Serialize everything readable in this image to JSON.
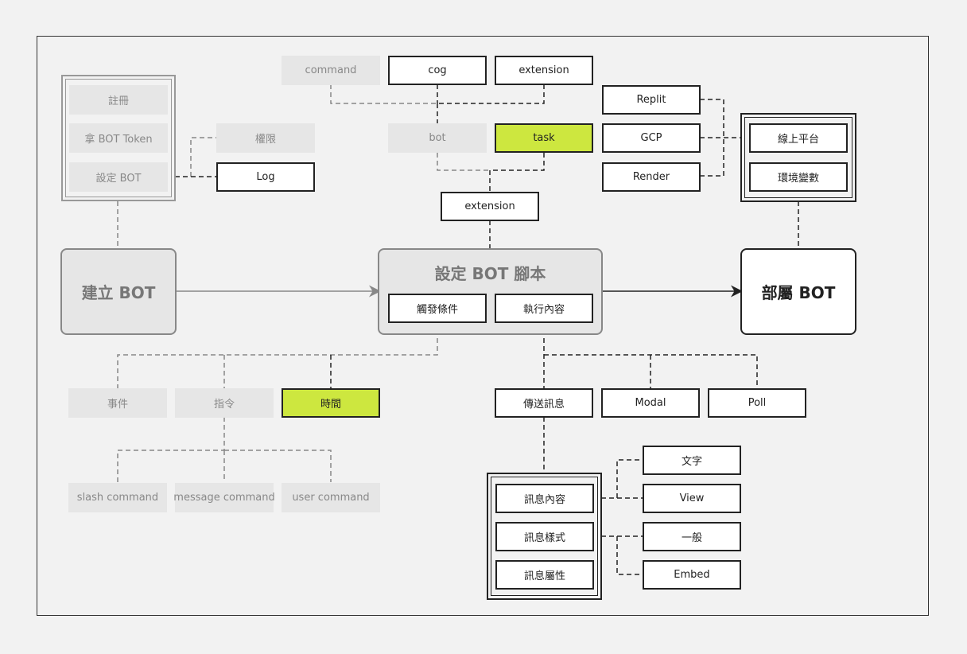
{
  "create": {
    "title": "建立 BOT",
    "steps": [
      "註冊",
      "拿 BOT Token",
      "設定 BOT"
    ],
    "permission": "權限",
    "log": "Log"
  },
  "script": {
    "title": "設定 BOT 腳本",
    "trigger": "觸發條件",
    "execute": "執行內容"
  },
  "deploy": {
    "title": "部屬 BOT",
    "platform": "線上平台",
    "env": "環境變數",
    "hosts": [
      "Replit",
      "GCP",
      "Render"
    ]
  },
  "structure": {
    "command": "command",
    "cog": "cog",
    "extension_top": "extension",
    "bot": "bot",
    "task": "task",
    "extension_mid": "extension"
  },
  "triggers": {
    "event": "事件",
    "command": "指令",
    "time": "時間",
    "command_types": [
      "slash command",
      "message command",
      "user command"
    ]
  },
  "actions": {
    "send": "傳送訊息",
    "modal": "Modal",
    "poll": "Poll"
  },
  "message": {
    "content": "訊息內容",
    "style": "訊息樣式",
    "attribute": "訊息屬性",
    "text": "文字",
    "view": "View",
    "normal": "一般",
    "embed": "Embed"
  },
  "colors": {
    "highlight": "#cde73f",
    "gray_box": "#e6e6e6",
    "line": "#222222"
  }
}
